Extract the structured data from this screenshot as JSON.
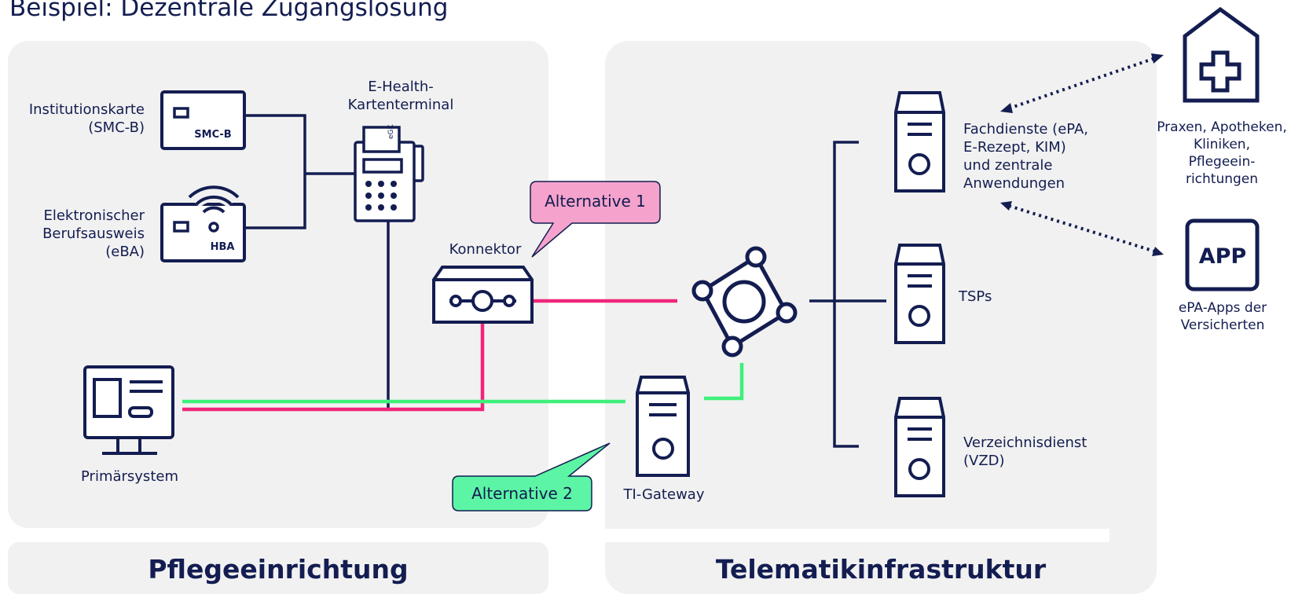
{
  "title": "Beispiel: Dezentrale Zugangslösung",
  "sections": {
    "left": "Pflegeeinrichtung",
    "right": "Telematikinfrastruktur"
  },
  "left": {
    "smcb_label": "Institutionskarte\n(SMC-B)",
    "smcb_card_text": "SMC-B",
    "eba_label": "Elektronischer\nBerufsausweis\n(eBA)",
    "hba_card_text": "HBA",
    "terminal_label": "E-Health-\nKartenterminal",
    "terminal_card_text": "eGK",
    "konnektor_label": "Konnektor",
    "primaersystem_label": "Primärsystem"
  },
  "ti": {
    "gateway_label": "TI-Gateway",
    "fachdienste_label": "Fachdienste (ePA,\nE-Rezept, KIM)\nund zentrale\nAnwendungen",
    "tsps_label": "TSPs",
    "vzd_label": "Verzeichnisdienst\n(VZD)"
  },
  "external": {
    "praxen_label": "Praxen, Apotheken,\nKliniken,\nPflegeein-\nrichtungen",
    "app_icon_text": "APP",
    "app_label": "ePA-Apps der\nVersicherten"
  },
  "callouts": {
    "alt1": "Alternative 1",
    "alt2": "Alternative 2"
  },
  "colors": {
    "navy": "#131d51",
    "panel": "#f1f1f1",
    "pink_line": "#f0257a",
    "green_line": "#3ef07a",
    "alt1_fill": "#f5a3cc",
    "alt2_fill": "#5cf5a5"
  }
}
